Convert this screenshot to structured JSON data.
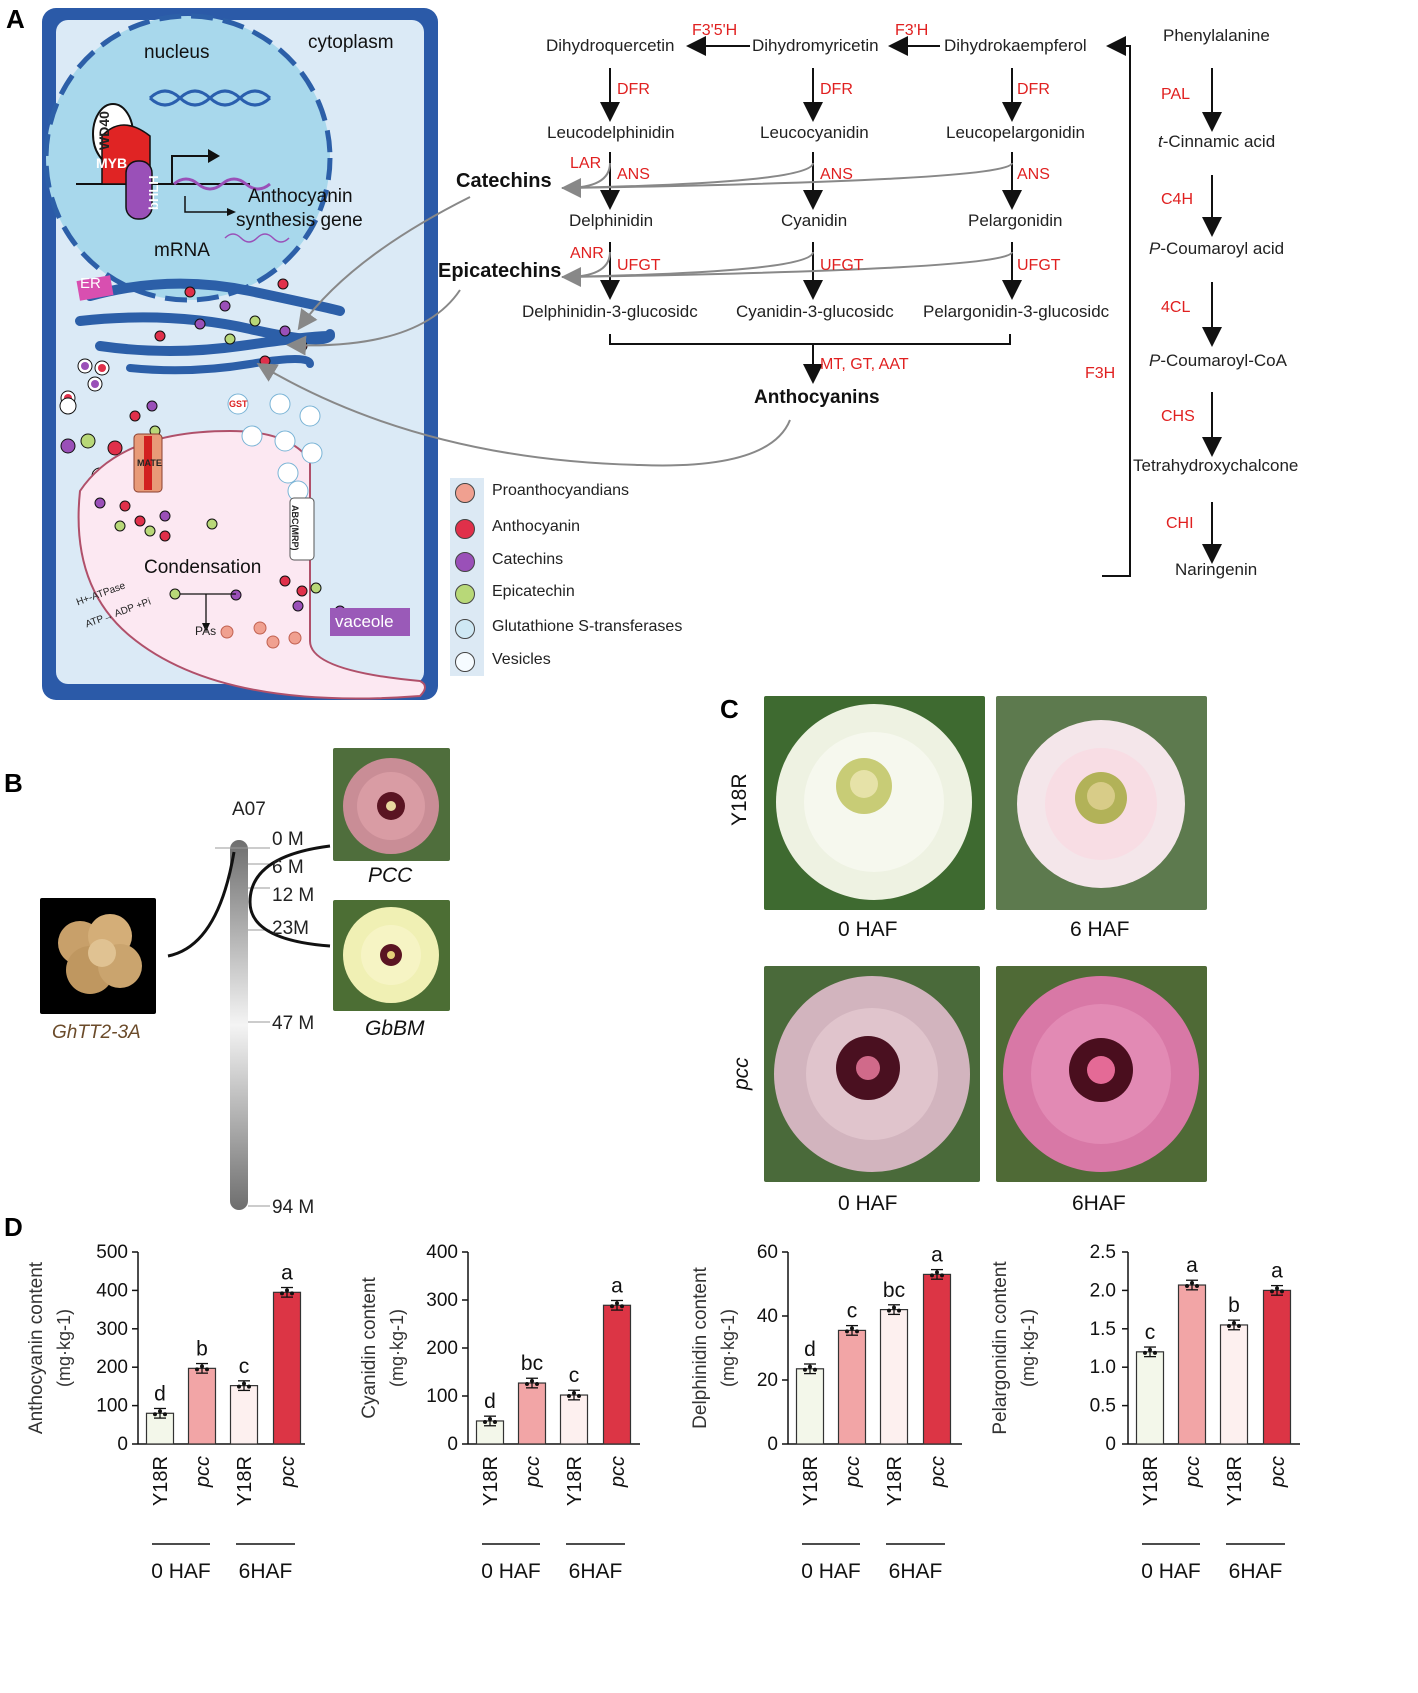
{
  "panels": {
    "a": "A",
    "b": "B",
    "c": "C",
    "d": "D"
  },
  "cell": {
    "nucleus": "nucleus",
    "cytoplasm": "cytoplasm",
    "wd40": "WD40",
    "myb": "MYB",
    "bhlh": "bHLH",
    "gene_line1": "Anthocyanin",
    "gene_line2": "synthesis gene",
    "mrna": "mRNA",
    "er": "ER",
    "mate": "MATE",
    "gst": "GST",
    "abc": "ABC(MRP)",
    "condensation": "Condensation",
    "atpase": "H+-ATPase",
    "atp": "ATP→ ADP +Pi",
    "pas": "PAs",
    "vacuole": "vaceole"
  },
  "pathway": {
    "dhq": "Dihydroquercetin",
    "dhm": "Dihydromyricetin",
    "dhk": "Dihydrokaempferol",
    "f35h": "F3'5'H",
    "f3h_prime": "F3'H",
    "dfr": "DFR",
    "leucodel": "Leucodelphinidin",
    "leucocy": "Leucocyanidin",
    "leucopel": "Leucopelargonidin",
    "lar": "LAR",
    "ans": "ANS",
    "catechins": "Catechins",
    "delph": "Delphinidin",
    "cyan": "Cyanidin",
    "pelarg": "Pelargonidin",
    "anr": "ANR",
    "ufgt": "UFGT",
    "epicatechins": "Epicatechins",
    "d3g": "Delphinidin-3-glucosidc",
    "c3g": "Cyanidin-3-glucosidc",
    "p3g": "Pelargonidin-3-glucosidc",
    "mt": "MT, GT, AAT",
    "anthocyanins": "Anthocyanins",
    "phe": "Phenylalanine",
    "pal": "PAL",
    "tcin_it": "t",
    "tcin": "-Cinnamic acid",
    "c4h": "C4H",
    "pcoum_it": "P",
    "pcoum": "-Coumaroyl acid",
    "fourcl": "4CL",
    "pcoa_it": "P",
    "pcoa": "-Coumaroyl-CoA",
    "chs": "CHS",
    "tetra": "Tetrahydroxychalcone",
    "chi": "CHI",
    "nar": "Naringenin",
    "f3h": "F3H"
  },
  "legend": [
    "Proanthocyandians",
    "Anthocyanin",
    "Catechins",
    "Epicatechin",
    "Glutathione S-transferases",
    "Vesicles"
  ],
  "legend_colors": [
    "#f0a090",
    "#e0304a",
    "#9a50b8",
    "#b8d878",
    "#cfe8f4",
    "#f6fbff"
  ],
  "chromosome": {
    "name": "A07",
    "ticks": [
      "0 M",
      "6 M",
      "12 M",
      "23M",
      "47 M",
      "94 M"
    ],
    "pcc": "PCC",
    "gbbm": "GbBM",
    "gene": "GhTT2-3A"
  },
  "photos_c": {
    "row1": "Y18R",
    "row2": "pcc",
    "c00": "0 HAF",
    "c01": "6 HAF",
    "c10": "0 HAF",
    "c11": "6HAF"
  },
  "chart_data": [
    {
      "type": "bar",
      "ylabel": "Anthocyanin  content (mg·kg-1)",
      "ylim": [
        0,
        500
      ],
      "yticks": [
        0,
        100,
        200,
        300,
        400,
        500
      ],
      "categories": [
        "Y18R",
        "pcc",
        "Y18R",
        "pcc"
      ],
      "groups": [
        "0 HAF",
        "6HAF"
      ],
      "values": [
        80,
        197,
        152,
        395
      ],
      "letters": [
        "d",
        "b",
        "c",
        "a"
      ]
    },
    {
      "type": "bar",
      "ylabel": "Cyanidin content (mg·kg-1)",
      "ylim": [
        0,
        400
      ],
      "yticks": [
        0,
        100,
        200,
        300,
        400
      ],
      "categories": [
        "Y18R",
        "pcc",
        "Y18R",
        "pcc"
      ],
      "groups": [
        "0 HAF",
        "6HAF"
      ],
      "values": [
        48,
        127,
        102,
        289
      ],
      "letters": [
        "d",
        "bc",
        "c",
        "a"
      ]
    },
    {
      "type": "bar",
      "ylabel": "Delphinidin content (mg·kg-1)",
      "ylim": [
        0,
        60
      ],
      "yticks": [
        0,
        20,
        40,
        60
      ],
      "categories": [
        "Y18R",
        "pcc",
        "Y18R",
        "pcc"
      ],
      "groups": [
        "0 HAF",
        "6HAF"
      ],
      "values": [
        23.5,
        35.5,
        42,
        53
      ],
      "letters": [
        "d",
        "c",
        "bc",
        "a"
      ]
    },
    {
      "type": "bar",
      "ylabel": "Pelargonidin  content (mg·kg-1)",
      "ylim": [
        0,
        2.5
      ],
      "yticks": [
        "0",
        "0.5",
        "1.0",
        "1.5",
        "2.0",
        "2.5"
      ],
      "categories": [
        "Y18R",
        "pcc",
        "Y18R",
        "pcc"
      ],
      "groups": [
        "0 HAF",
        "6HAF"
      ],
      "values": [
        1.2,
        2.07,
        1.55,
        2.0
      ],
      "letters": [
        "c",
        "a",
        "b",
        "a"
      ]
    }
  ],
  "bar_colors": [
    "#f3f7ea",
    "#f2a5a6",
    "#fdf0ef",
    "#dc3545"
  ]
}
